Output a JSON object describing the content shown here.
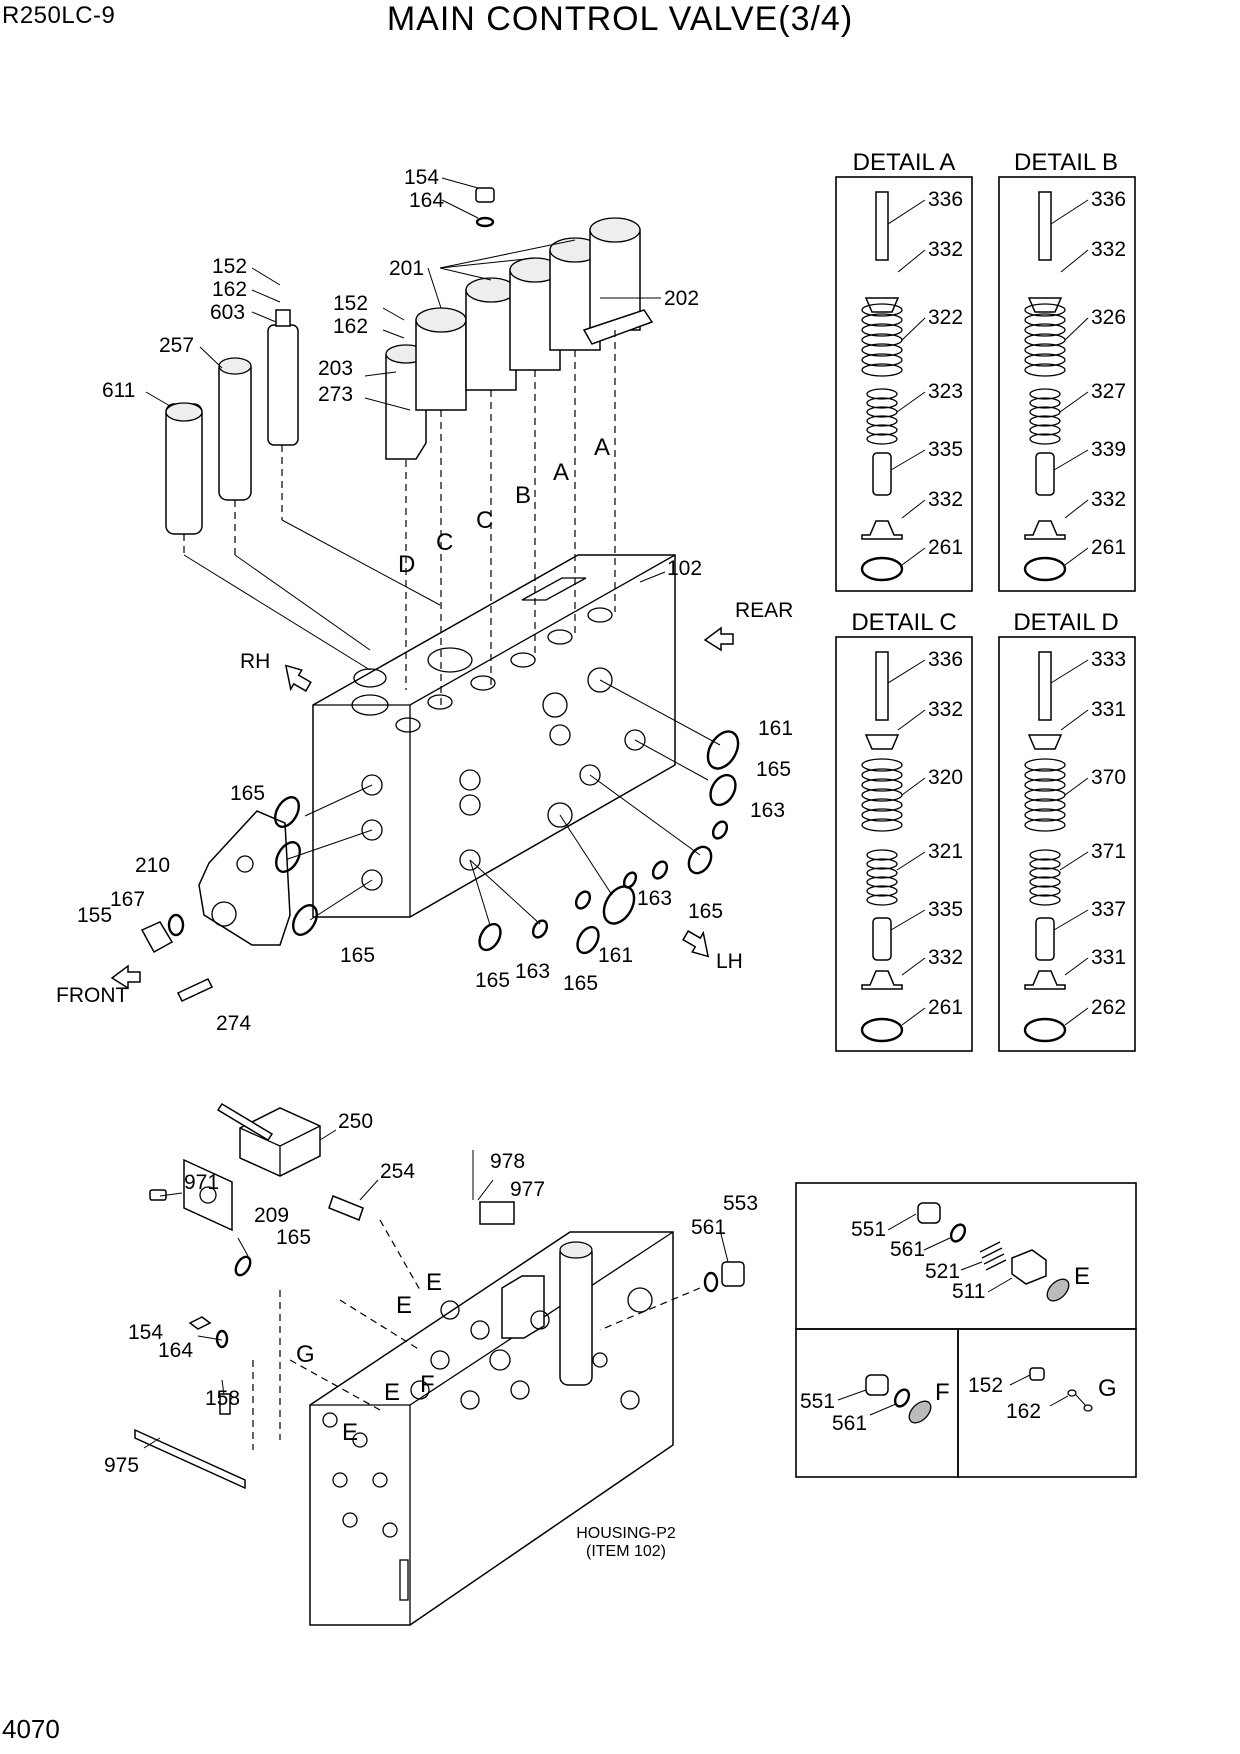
{
  "header": {
    "model": "R250LC-9",
    "title": "MAIN CONTROL VALVE(3/4)"
  },
  "footer": {
    "page_number": "4070"
  },
  "details": [
    {
      "title": "DETAIL A",
      "parts": [
        "336",
        "332",
        "322",
        "323",
        "335",
        "332",
        "261"
      ]
    },
    {
      "title": "DETAIL B",
      "parts": [
        "336",
        "332",
        "326",
        "327",
        "339",
        "332",
        "261"
      ]
    },
    {
      "title": "DETAIL C",
      "parts": [
        "336",
        "332",
        "320",
        "321",
        "335",
        "332",
        "261"
      ]
    },
    {
      "title": "DETAIL D",
      "parts": [
        "333",
        "331",
        "370",
        "371",
        "337",
        "331",
        "262"
      ]
    }
  ],
  "upper_callouts": [
    "154",
    "164",
    "201",
    "202",
    "152",
    "162",
    "603",
    "152",
    "162",
    "257",
    "611",
    "203",
    "273",
    "102",
    "161",
    "165",
    "163",
    "165",
    "163",
    "161",
    "165",
    "163",
    "165",
    "165",
    "210",
    "167",
    "155",
    "274"
  ],
  "section_letters": [
    "A",
    "A",
    "B",
    "C",
    "C",
    "D"
  ],
  "directions": {
    "rear": "REAR",
    "rh": "RH",
    "lh": "LH",
    "front": "FRONT"
  },
  "lower_callouts": [
    "250",
    "254",
    "971",
    "209",
    "165",
    "978",
    "977",
    "553",
    "561",
    "154",
    "164",
    "158",
    "975"
  ],
  "housing_note": {
    "line1": "HOUSING-P2",
    "line2": "(ITEM 102)"
  },
  "lower_letters": [
    "E",
    "E",
    "G",
    "E",
    "F",
    "E"
  ],
  "inset_e": {
    "parts": [
      "551",
      "561",
      "521",
      "511"
    ],
    "letter": "E"
  },
  "inset_f": {
    "parts": [
      "551",
      "561"
    ],
    "letter": "F"
  },
  "inset_g": {
    "parts": [
      "152",
      "162"
    ],
    "letter": "G"
  }
}
